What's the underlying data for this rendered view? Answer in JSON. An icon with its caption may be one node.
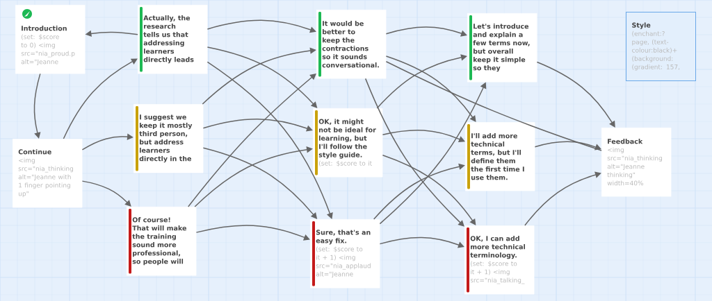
{
  "diagram": {
    "nodes": [
      {
        "text": [
          "Introduction",
          "(set: $score to 0) <img src=\"nia_proud.p alt=\"Jeanne"
        ]
      },
      {
        "text": [
          "Actually, the research tells us that addressing learners directly leads"
        ]
      },
      {
        "text": [
          "I suggest we keep it mostly third person, but address learners directly in the"
        ]
      },
      {
        "text": [
          "Continue",
          "<img src=\"nia_thinking alt=\"Jeanne with 1 finger pointing up\""
        ]
      },
      {
        "text": [
          "Of course! That will make the training sound more professional, so people will"
        ]
      },
      {
        "text": [
          "It would be better to keep the contractions so it sounds conversational."
        ]
      },
      {
        "text": [
          "OK, it might not be ideal for learning, but I'll follow the style guide.",
          "(set: $score to it"
        ]
      },
      {
        "text": [
          "Sure, that's an easy fix.",
          "(set: $score to it + 1) <img src=\"nia_applaud alt=\"Jeanne"
        ]
      },
      {
        "text": [
          "Let's introduce and explain a few terms now, but overall keep it simple so they"
        ]
      },
      {
        "text": [
          "I'll add more technical terms, but I'll define them the first time I use them."
        ]
      },
      {
        "text": [
          "OK, I can add more technical terminology.",
          "(set: $score to it + 1) <img src=\"nia_talking_"
        ]
      },
      {
        "text": [
          "Feedback",
          "<img src=\"nia_thinking alt=\"Jeanne thinking\" width=40%"
        ]
      },
      {
        "text": [
          "Style",
          "(enchant:? page, (text-colour:black)+ (background: (gradient: 157,"
        ]
      }
    ],
    "edges": [
      {
        "from": 1,
        "to": 0,
        "arrow": "to"
      },
      {
        "from": 0,
        "to": 3,
        "arrow": "to"
      },
      {
        "from": 3,
        "to": 1,
        "arrow": "to"
      },
      {
        "from": 3,
        "to": 2,
        "arrow": "to"
      },
      {
        "from": 3,
        "to": 4,
        "arrow": "to"
      },
      {
        "from": 1,
        "to": 5,
        "arrow": "to"
      },
      {
        "from": 1,
        "to": 6,
        "arrow": "to"
      },
      {
        "from": 1,
        "to": 7,
        "arrow": "to"
      },
      {
        "from": 2,
        "to": 5,
        "arrow": "to"
      },
      {
        "from": 2,
        "to": 6,
        "arrow": "to"
      },
      {
        "from": 2,
        "to": 7,
        "arrow": "to"
      },
      {
        "from": 4,
        "to": 5,
        "arrow": "to"
      },
      {
        "from": 4,
        "to": 6,
        "arrow": "to"
      },
      {
        "from": 4,
        "to": 7,
        "arrow": "to"
      },
      {
        "from": 5,
        "to": 8,
        "arrow": "to"
      },
      {
        "from": 5,
        "to": 9,
        "arrow": "to"
      },
      {
        "from": 5,
        "to": 10,
        "arrow": "to"
      },
      {
        "from": 5,
        "to": 11,
        "arrow": "none"
      },
      {
        "from": 6,
        "to": 8,
        "arrow": "to"
      },
      {
        "from": 6,
        "to": 9,
        "arrow": "to"
      },
      {
        "from": 6,
        "to": 10,
        "arrow": "to"
      },
      {
        "from": 7,
        "to": 8,
        "arrow": "to"
      },
      {
        "from": 7,
        "to": 9,
        "arrow": "to"
      },
      {
        "from": 7,
        "to": 10,
        "arrow": "to"
      },
      {
        "from": 8,
        "to": 11,
        "arrow": "to"
      },
      {
        "from": 9,
        "to": 11,
        "arrow": "to"
      },
      {
        "from": 10,
        "to": 11,
        "arrow": "to"
      }
    ]
  }
}
